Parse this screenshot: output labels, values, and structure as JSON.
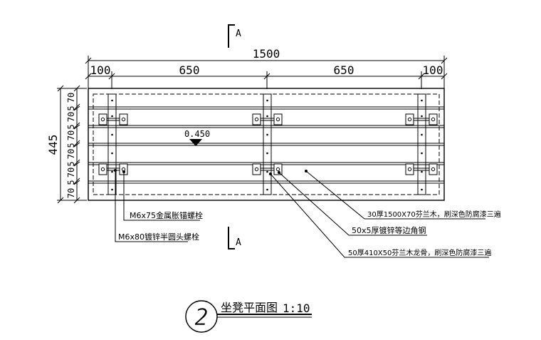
{
  "dimensions": {
    "overall_width": "1500",
    "segments": [
      "100",
      "650",
      "650",
      "100"
    ],
    "overall_height": "445",
    "rows": [
      "70",
      "5",
      "70",
      "5",
      "70",
      "5",
      "70",
      "5",
      "70",
      "5",
      "70"
    ]
  },
  "section_marks": {
    "top": "A",
    "bottom": "A"
  },
  "elevation": {
    "value": "0.450"
  },
  "callouts": {
    "anchor_bolt": "M6x75金属胀锚螺栓",
    "round_head_bolt": "M6x80镀锌半圆头螺栓",
    "wood_slats": "30厚1500X70芬兰木，刷深色防腐漆三遍",
    "angle_steel": "50x5厚镀锌等边角钢",
    "keel": "50厚410X50芬兰木龙骨，刷深色防腐漆三遍"
  },
  "title": {
    "number": "2",
    "text": "坐凳平面图",
    "scale": "1:10"
  }
}
